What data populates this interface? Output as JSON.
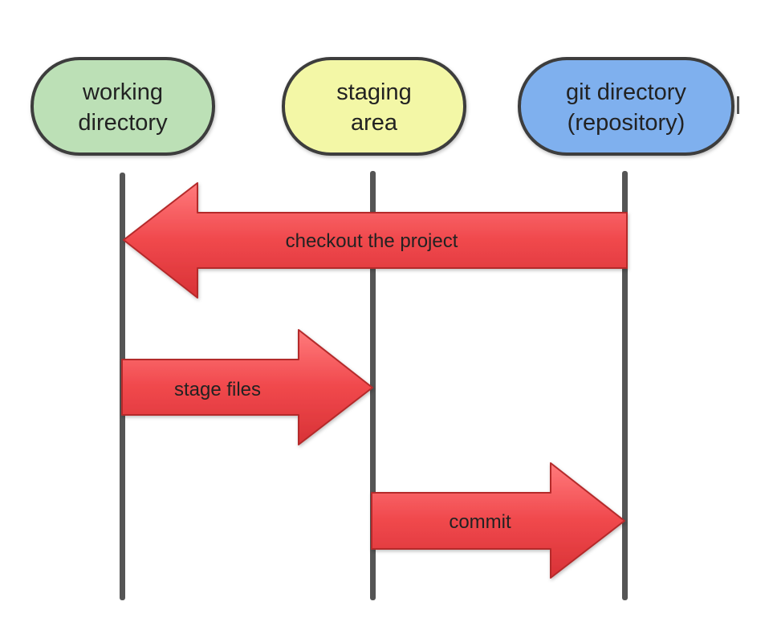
{
  "nodes": [
    {
      "id": "working",
      "lines": [
        "working",
        "directory"
      ],
      "fill": "#bce0b6"
    },
    {
      "id": "staging",
      "lines": [
        "staging",
        "area"
      ],
      "fill": "#f3f7a6"
    },
    {
      "id": "repo",
      "lines": [
        "git directory",
        "(repository)"
      ],
      "fill": "#7fb0ee"
    }
  ],
  "arrows": [
    {
      "label": "checkout the project",
      "from": "repo",
      "to": "working"
    },
    {
      "label": "stage files",
      "from": "working",
      "to": "staging"
    },
    {
      "label": "commit",
      "from": "staging",
      "to": "repo"
    }
  ],
  "colors": {
    "arrow_fill": "#f0484c",
    "arrow_stroke": "#b42a2c",
    "lifeline": "#555555",
    "node_stroke": "#3e3e3e"
  }
}
